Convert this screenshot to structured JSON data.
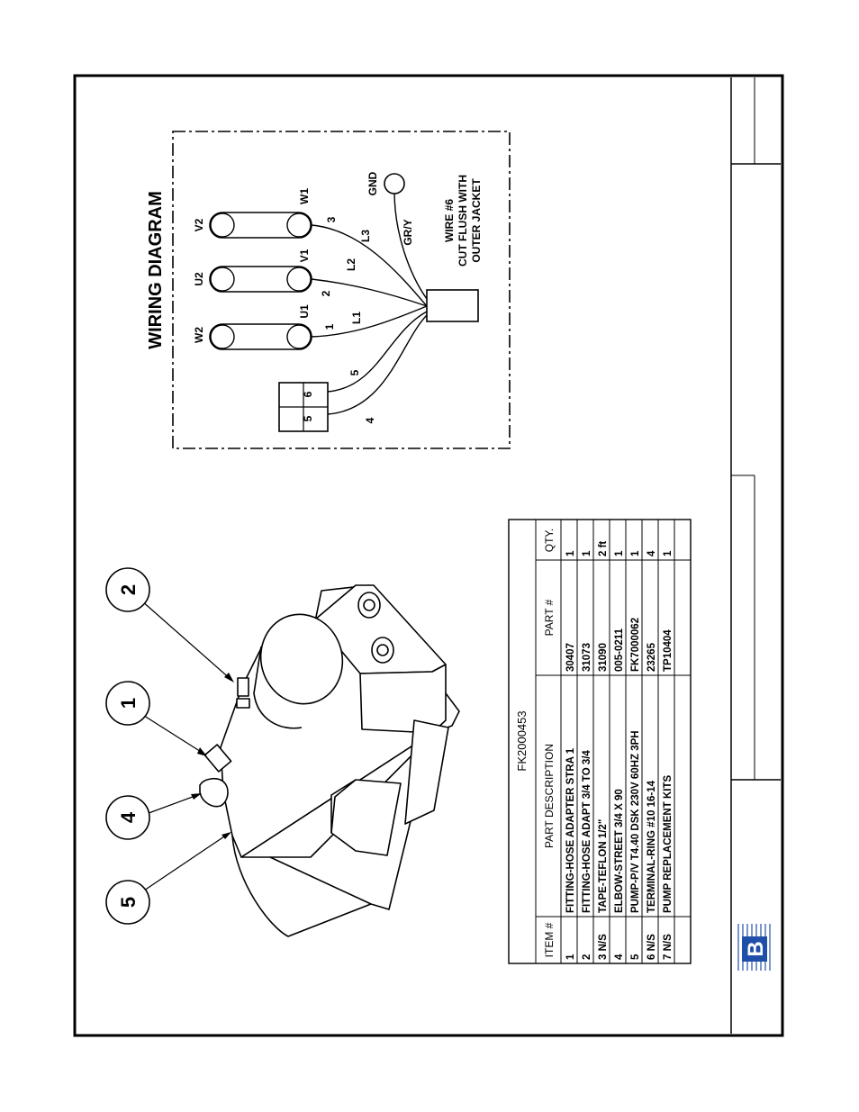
{
  "wiring": {
    "title": "WIRING DIAGRAM",
    "terminals": {
      "w2": "W2",
      "u2": "U2",
      "v2": "V2",
      "u1": "U1",
      "v1": "V1",
      "w1": "W1"
    },
    "wire_numbers": {
      "n1": "1",
      "n2": "2",
      "n3": "3",
      "n4": "4",
      "n5": "5"
    },
    "lines": {
      "l1": "L1",
      "l2": "L2",
      "l3": "L3"
    },
    "ground_wire": "GR/Y",
    "ground": "GND",
    "block_left": "5",
    "block_right": "6",
    "note": [
      "WIRE #6",
      "CUT FLUSH WITH",
      "OUTER JACKET"
    ]
  },
  "callouts": [
    "5",
    "4",
    "1",
    "2"
  ],
  "parts": {
    "kit_number": "FK2000453",
    "headers": {
      "item": "ITEM #",
      "description": "PART DESCRIPTION",
      "part": "PART #",
      "qty": "QTY."
    },
    "rows": [
      {
        "item": "1",
        "description": "FITTING-HOSE ADAPTER STRA 1",
        "part": "30407",
        "qty": "1"
      },
      {
        "item": "2",
        "description": "FITTING-HOSE ADAPT 3/4 TO 3/4",
        "part": "31073",
        "qty": "1"
      },
      {
        "item": "3  N/S",
        "description": "TAPE-TEFLON 1/2\"",
        "part": "31090",
        "qty": "2 ft"
      },
      {
        "item": "4",
        "description": "ELBOW-STREET 3/4 X 90",
        "part": "005-0211",
        "qty": "1"
      },
      {
        "item": "5",
        "description": "PUMP-P/V T4.40 DSK 230V 60HZ 3PH",
        "part": "FK7000062",
        "qty": "1"
      },
      {
        "item": "6  N/S",
        "description": "TERMINAL-RING #10 16-14",
        "part": "23265",
        "qty": "4"
      },
      {
        "item": "7  N/S",
        "description": "PUMP REPLACEMENT KITS",
        "part": "TP10404",
        "qty": "1"
      }
    ]
  },
  "logo": {
    "letter": "B",
    "color": "#1f4fa8"
  }
}
